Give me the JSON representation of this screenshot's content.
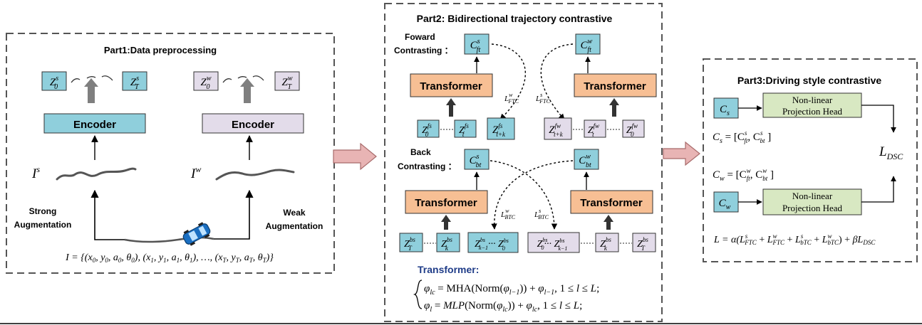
{
  "colors": {
    "frame": "#555555",
    "encoder_fill": "#8fcfdc",
    "weak_fill": "#e3dcea",
    "transformer_fill": "#f7bf94",
    "projection_fill": "#d8e8c2",
    "arrow_fill": "#e8b4b4",
    "arrow_stroke": "#a86b6b",
    "transformer_title": "#1f3c88",
    "gray_arrow": "#7f7f7f"
  },
  "part1": {
    "title": "Part1:Data preprocessing",
    "encoder_label": "Encoder",
    "strong_label_1": "Strong",
    "strong_label_2": "Augmentation",
    "weak_label_1": "Weak",
    "weak_label_2": "Augmentation",
    "input_formula": "I = {(x₀, y₀, a₀, θ₀), (x₁, y₁, a₁, θ₁), …, (x_T, y_T, a_T, θ_T)}",
    "strong_input": "I^s",
    "weak_input": "I^w",
    "z_strong": [
      "Z_0^s",
      "Z_T^s"
    ],
    "z_weak": [
      "Z_0^w",
      "Z_T^w"
    ]
  },
  "part2": {
    "title": "Part2: Bidirectional trajectory contrastive",
    "forward_label_1": "Foward",
    "forward_label_2": "Contrasting ：",
    "back_label_1": "Back",
    "back_label_2": "Contrasting ：",
    "transformer_label": "Transformer",
    "c_forward": [
      "C_ft^s",
      "C_ft^w"
    ],
    "c_back": [
      "C_bt^s",
      "C_bt^w"
    ],
    "forward_losses": [
      "L_FTC^w",
      "L_FTC^s"
    ],
    "back_losses": [
      "L_BTC^w",
      "L_BTC^s"
    ],
    "forward_tokens": [
      "Z_0^fs",
      "Z_t^fs",
      "Z_t+k^fs",
      "Z_t+k^fw",
      "Z_t^fw",
      "Z_0^fw"
    ],
    "back_tokens": [
      "Z_T^bs",
      "Z_k^bs",
      "Z_k-1^bs … Z_0^bs",
      "Z_0^bs … Z_k-1^bs",
      "Z_k^bs",
      "Z_T^bs"
    ],
    "equations_title": "Transformer:",
    "equation_1": "φ_lc = MHA(Norm(φ_l−1)) + φ_l−1, 1 ≤ l ≤ L;",
    "equation_2": "φ_l = MLP(Norm(φ_lc)) + φ_lc, 1 ≤ l ≤ L;"
  },
  "part3": {
    "title": "Part3:Driving style contrastive",
    "projection_line_1": "Non-linear",
    "projection_line_2": "Projection Head",
    "c_s": "C_s",
    "c_w": "C_w",
    "c_s_def": "C_s = [C_ft^s, C_bt^s]",
    "c_w_def": "C_w = [C_ft^w, C_bt^w]",
    "l_dsc": "L_DSC",
    "total_loss": "L = α(L_FTC^s + L_FTC^w + L_bTC^s + L_bTC^w) + βL_DSC"
  }
}
